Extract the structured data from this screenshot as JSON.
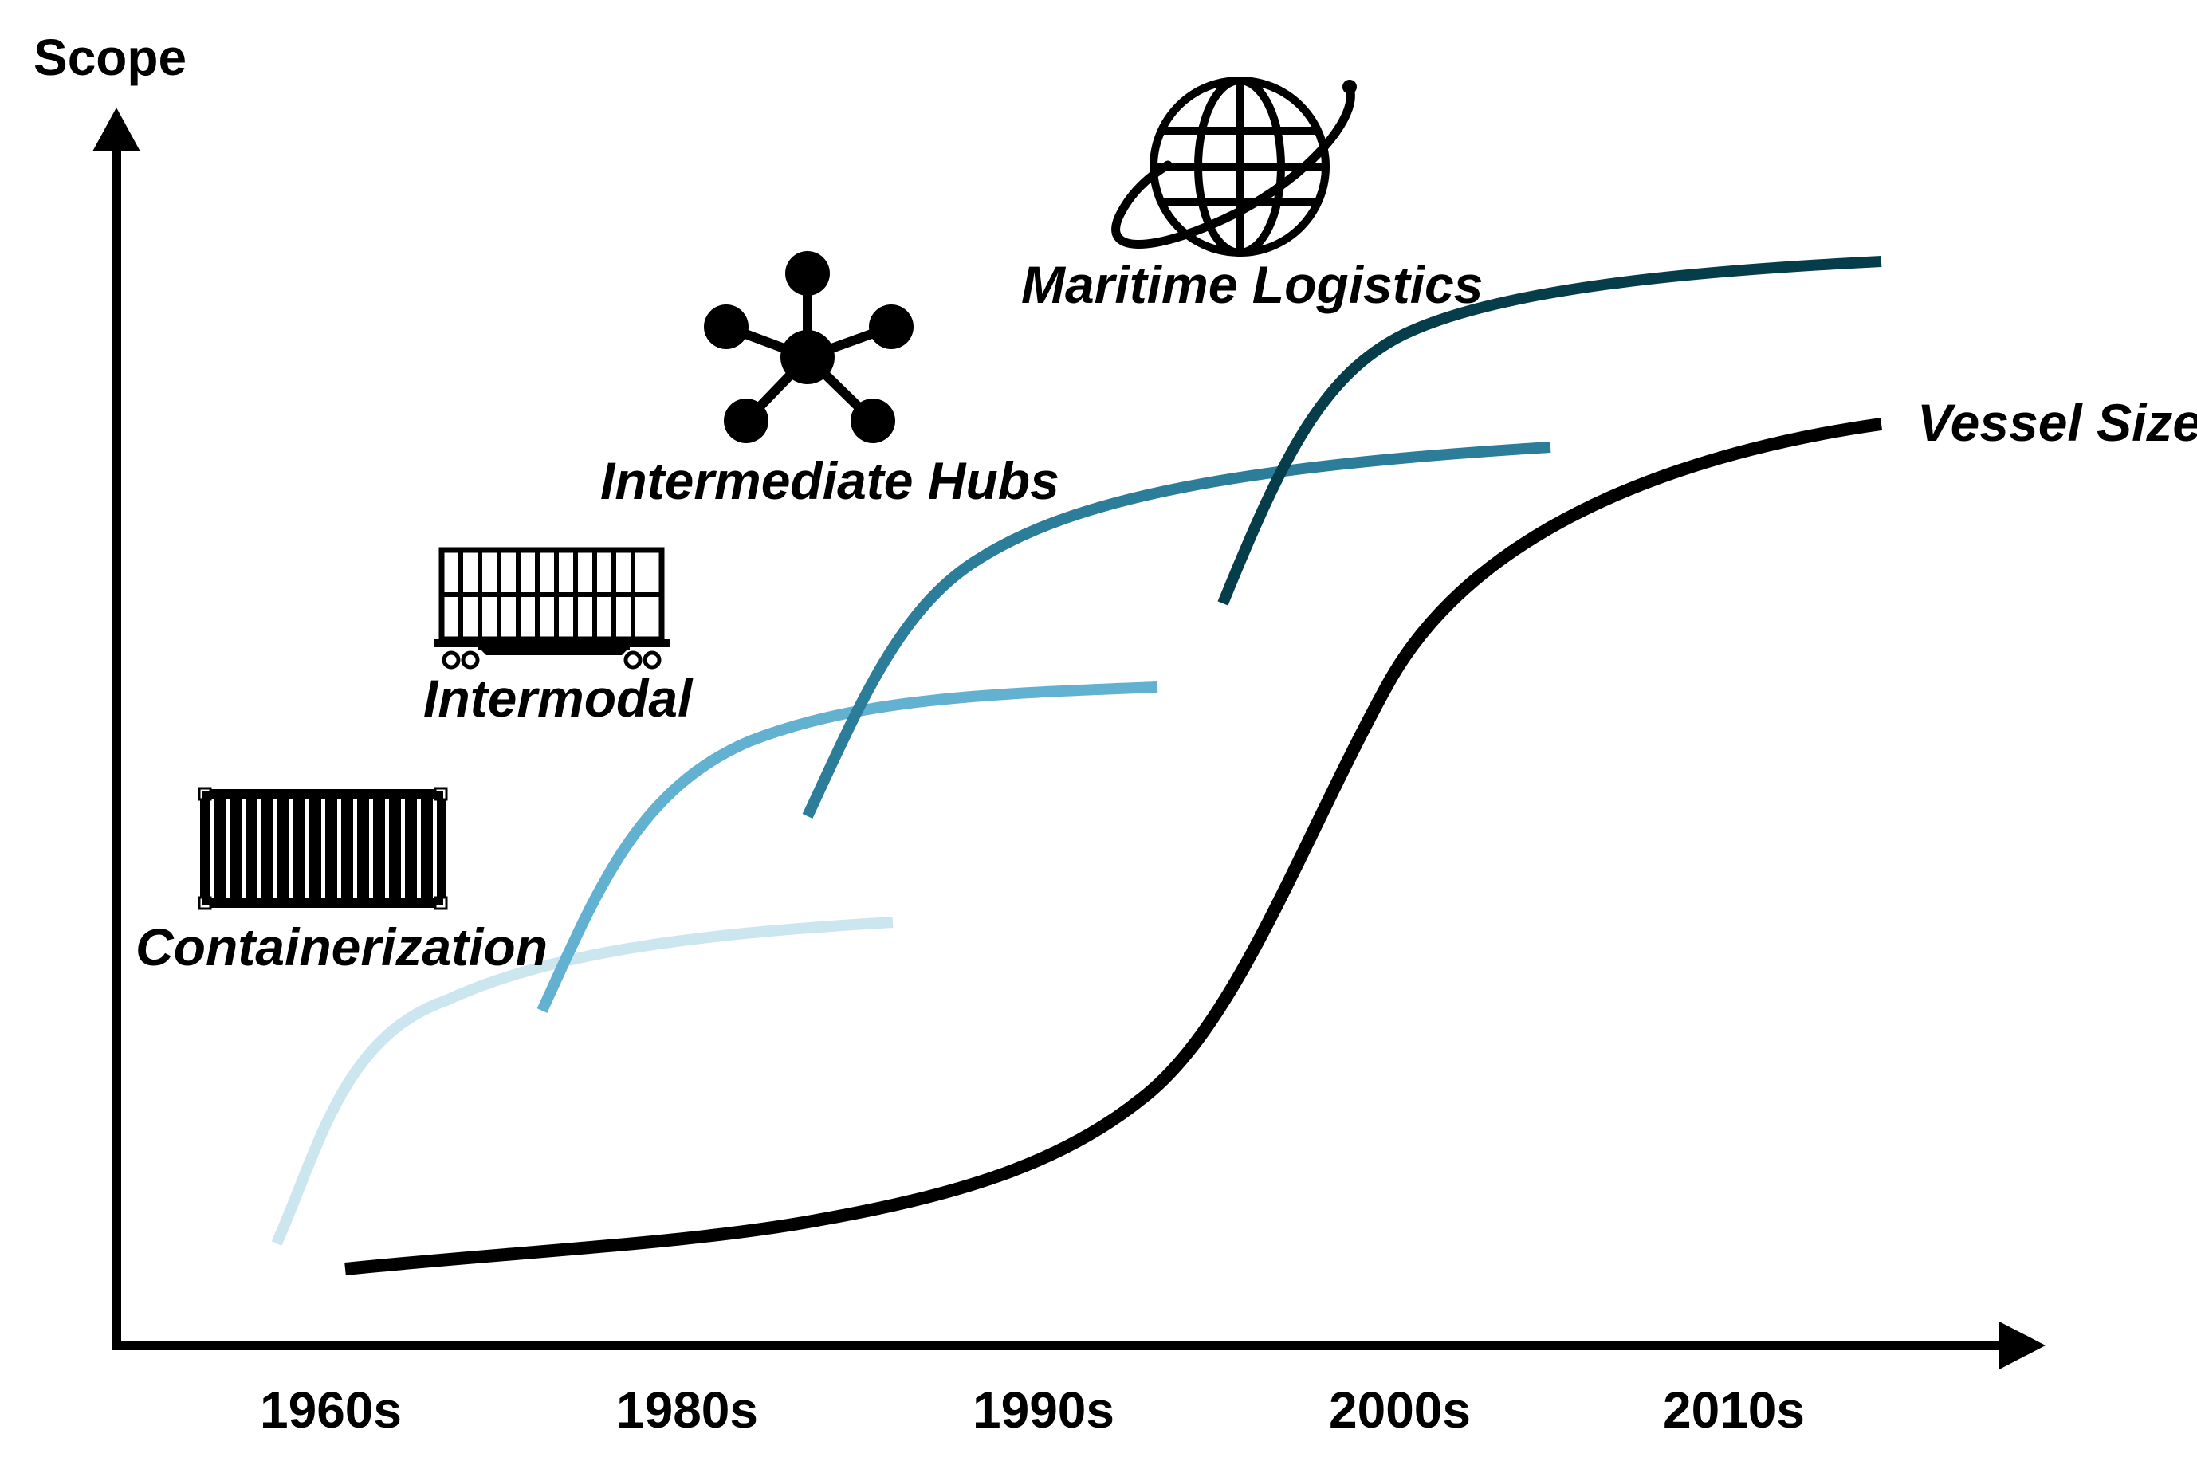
{
  "axes": {
    "y_title": "Scope",
    "x_ticks": [
      "1960s",
      "1980s",
      "1990s",
      "2000s",
      "2010s"
    ]
  },
  "stages": [
    {
      "label": "Containerization",
      "icon": "shipping-container-icon",
      "color": "#cce6f0"
    },
    {
      "label": "Intermodal",
      "icon": "rail-flatcar-container-icon",
      "color": "#62b1d1"
    },
    {
      "label": "Intermediate Hubs",
      "icon": "hub-network-icon",
      "color": "#2b7d9a"
    },
    {
      "label": "Maritime Logistics",
      "icon": "globe-orbit-icon",
      "color": "#053e4a"
    }
  ],
  "vessel": {
    "label": "Vessel Size",
    "color": "#000000"
  }
}
